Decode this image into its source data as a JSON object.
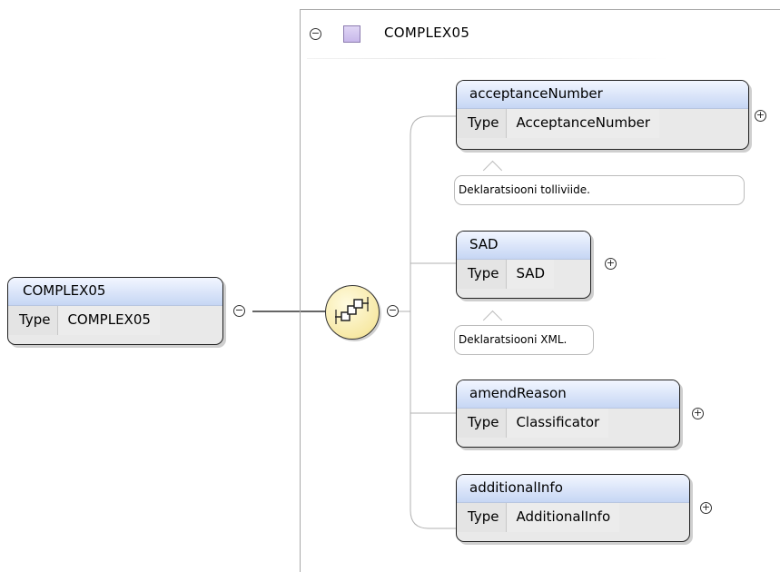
{
  "root": {
    "name": "COMPLEX05",
    "type_key": "Type",
    "type_value": "COMPLEX05",
    "toggle_symbol": "−"
  },
  "complex_type": {
    "title": "COMPLEX05",
    "toggle_symbol": "−",
    "swatch_color": "#d6c8f0"
  },
  "sequence": {
    "icon": "sequence-icon",
    "toggle_symbol": "−"
  },
  "elements": [
    {
      "name": "acceptanceNumber",
      "type_key": "Type",
      "type_value": "AcceptanceNumber",
      "expand_symbol": "+",
      "note": "Deklaratsiooni tolliviide."
    },
    {
      "name": "SAD",
      "type_key": "Type",
      "type_value": "SAD",
      "expand_symbol": "+",
      "note": "Deklaratsiooni XML."
    },
    {
      "name": "amendReason",
      "type_key": "Type",
      "type_value": "Classificator",
      "expand_symbol": "+"
    },
    {
      "name": "additionalInfo",
      "type_key": "Type",
      "type_value": "AdditionalInfo",
      "expand_symbol": "+"
    }
  ],
  "colors": {
    "element_header": "#c6d6f4",
    "element_body": "#e9e9e9",
    "sequence_fill": "#f7e9a6",
    "border": "#222222"
  }
}
